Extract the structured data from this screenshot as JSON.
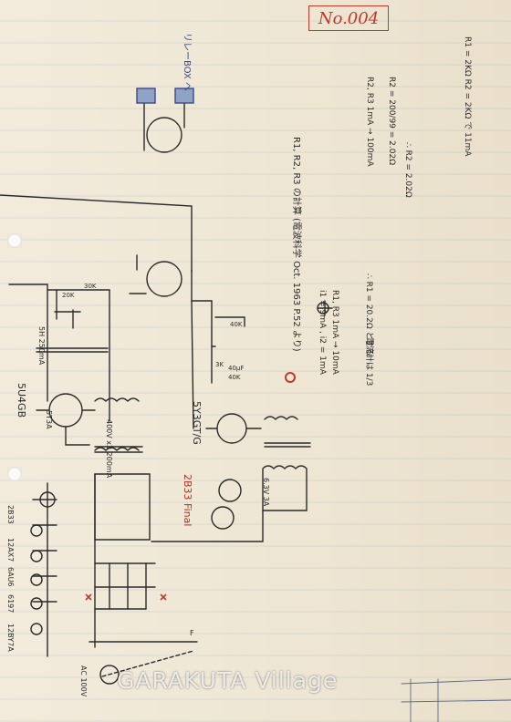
{
  "stamp_text": "No.004",
  "watermark": "GARAKUTA Village",
  "labels": {
    "relay_box": "リレーBOX へ",
    "calc_heading": "R1, R2, R3 の計算 (電波科学 Oct. 1963 P.52 より)",
    "r1r3": "R1, R3  1mA → 10mA",
    "i_values": "i1 = 9mA , i2 = 1mA",
    "r_range": "R2, R3  1mA → 100mA",
    "r2_value": "R2 = 200/99 = 2.02Ω",
    "r2_short": "∴ R2 = 2.02Ω",
    "r1_value": "∴ R1 = 20.2Ω とする",
    "r2_final": "R1 = 2KΩ  R2 = 2KΩ で 11mA",
    "ratio_note": "電流計は 1/3",
    "tube_5u4": "5U4GB",
    "tube_5t3": "5T3A",
    "tube_5y3": "5Y3GT/G",
    "trans_label": "5H 250mA",
    "trans_400": "400V x2 200mA",
    "tube_6g": "6.3V 3A",
    "tube_2b33": "2B33",
    "tube_12axt": "12AX7",
    "tube_6au6": "6AU6",
    "tube_6197": "6197",
    "tube_12bya": "12BY7A",
    "red_label": "2B33 Final",
    "res_20k": "20K",
    "res_30k": "30K",
    "res_3k": "3K",
    "res_40k": "40K",
    "cap_40uf": "40μF",
    "ac_label": "AC 100V",
    "res_40k2": "40K",
    "fuse_label": "F"
  }
}
